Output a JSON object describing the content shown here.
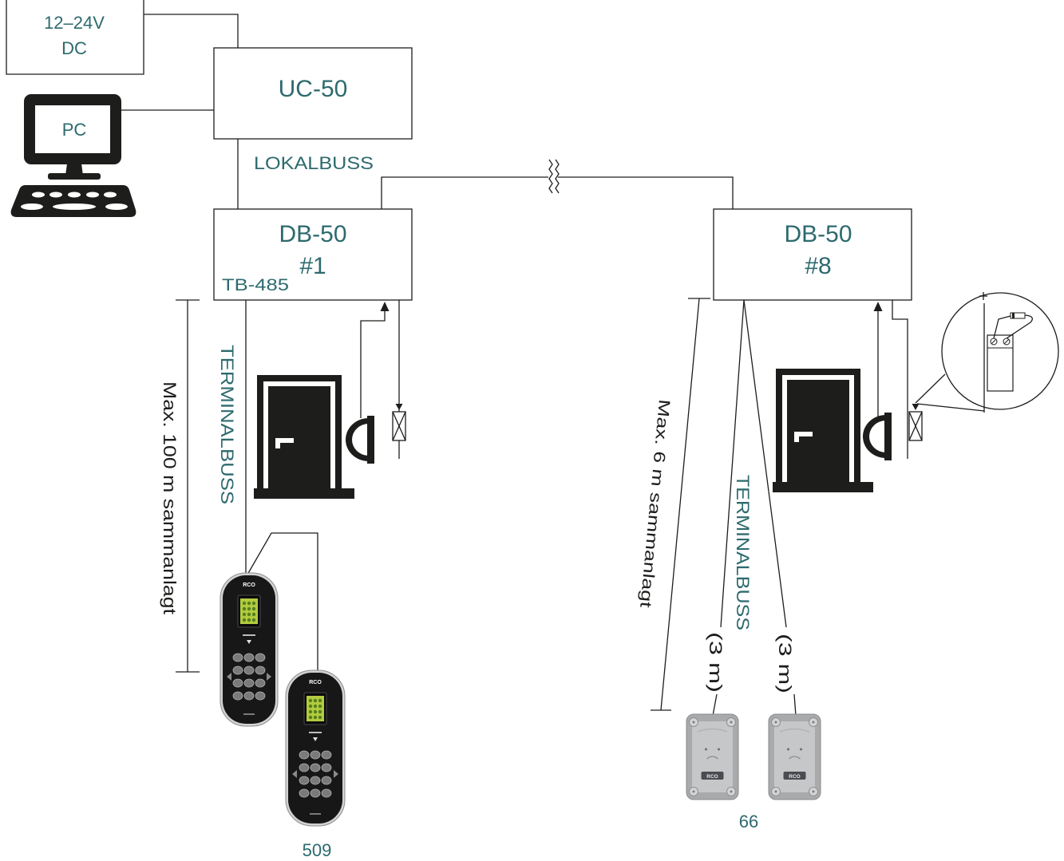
{
  "power_supply": {
    "voltage": "12–24V",
    "type": "DC"
  },
  "controller": {
    "label": "UC-50"
  },
  "computer": {
    "label": "PC"
  },
  "local_bus": {
    "label": "LOKALBUSS"
  },
  "door_unit_1": {
    "model": "DB-50",
    "number": "#1",
    "port": "TB-485"
  },
  "door_unit_8": {
    "model": "DB-50",
    "number": "#8"
  },
  "terminal_bus_1": {
    "label": "TERMINALBUSS",
    "max_length": "Max. 100 m sammanlagt"
  },
  "terminal_bus_8": {
    "label": "TERMINALBUSS",
    "max_length": "Max. 6 m sammanlagt",
    "cable_lengths": [
      "(3 m)",
      "(3 m)"
    ]
  },
  "devices": {
    "keypad_model": "509",
    "reader_model": "66",
    "logo": "RCO"
  },
  "colors": {
    "label": "#2d6a6e",
    "line": "#1d1d1b",
    "device_dark": "#171717",
    "display": "#b3cc3f",
    "reader_body": "#a9aaac"
  },
  "icons": [
    "monitor-icon",
    "keyboard-icon",
    "door-icon",
    "exit-button-icon",
    "electric-lock-icon",
    "magnifier-detail-icon",
    "keypad-icon",
    "card-reader-icon"
  ]
}
